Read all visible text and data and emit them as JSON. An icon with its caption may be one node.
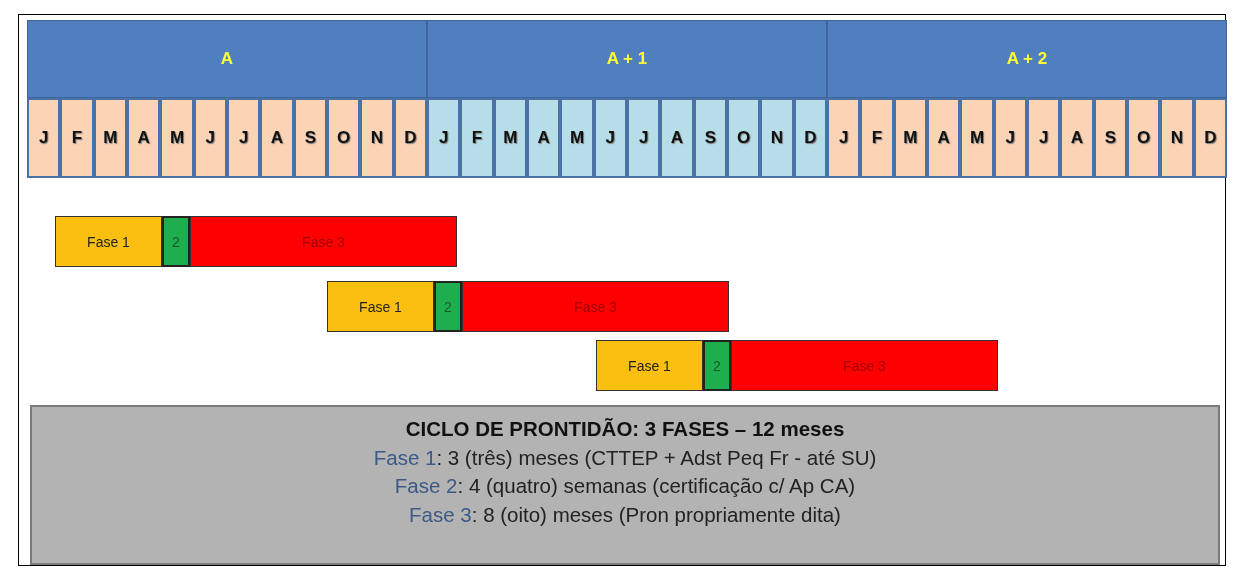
{
  "diagram": {
    "nodes": [
      {
        "text": [
          "A"
        ]
      },
      {
        "text": [
          "A + 1"
        ]
      },
      {
        "text": [
          "A + 2"
        ]
      },
      {
        "text": [
          "J"
        ]
      },
      {
        "text": [
          "F"
        ]
      },
      {
        "text": [
          "M"
        ]
      },
      {
        "text": [
          "A"
        ]
      },
      {
        "text": [
          "M"
        ]
      },
      {
        "text": [
          "J"
        ]
      },
      {
        "text": [
          "J"
        ]
      },
      {
        "text": [
          "A"
        ]
      },
      {
        "text": [
          "S"
        ]
      },
      {
        "text": [
          "O"
        ]
      },
      {
        "text": [
          "N"
        ]
      },
      {
        "text": [
          "D"
        ]
      },
      {
        "text": [
          "J"
        ]
      },
      {
        "text": [
          "F"
        ]
      },
      {
        "text": [
          "M"
        ]
      },
      {
        "text": [
          "A"
        ]
      },
      {
        "text": [
          "M"
        ]
      },
      {
        "text": [
          "J"
        ]
      },
      {
        "text": [
          "J"
        ]
      },
      {
        "text": [
          "A"
        ]
      },
      {
        "text": [
          "S"
        ]
      },
      {
        "text": [
          "O"
        ]
      },
      {
        "text": [
          "N"
        ]
      },
      {
        "text": [
          "D"
        ]
      },
      {
        "text": [
          "J"
        ]
      },
      {
        "text": [
          "F"
        ]
      },
      {
        "text": [
          "M"
        ]
      },
      {
        "text": [
          "A"
        ]
      },
      {
        "text": [
          "M"
        ]
      },
      {
        "text": [
          "J"
        ]
      },
      {
        "text": [
          "J"
        ]
      },
      {
        "text": [
          "A"
        ]
      },
      {
        "text": [
          "S"
        ]
      },
      {
        "text": [
          "O"
        ]
      },
      {
        "text": [
          "N"
        ]
      },
      {
        "text": [
          "D"
        ]
      },
      {
        "text": [
          "Fase 1"
        ]
      },
      {
        "text": [
          "2"
        ]
      },
      {
        "text": [
          "Fase 3"
        ]
      },
      {
        "text": [
          "Fase 1"
        ]
      },
      {
        "text": [
          "2"
        ]
      },
      {
        "text": [
          "Fase 3"
        ]
      },
      {
        "text": [
          "Fase 1"
        ]
      },
      {
        "text": [
          "2"
        ]
      },
      {
        "text": [
          "Fase 3"
        ]
      },
      {
        "text": [
          "CICLO DE PRONTIDÃO: 3 FASES – 12 meses",
          "Fase 1: 3 (três) meses (CTTEP + Adst Peq Fr - até SU)",
          "Fase 2: 4 (quatro) semanas (certificação c/ Ap CA)",
          "Fase 3: 8 (oito) meses (Pron propriamente dita)"
        ]
      }
    ],
    "edges": []
  }
}
